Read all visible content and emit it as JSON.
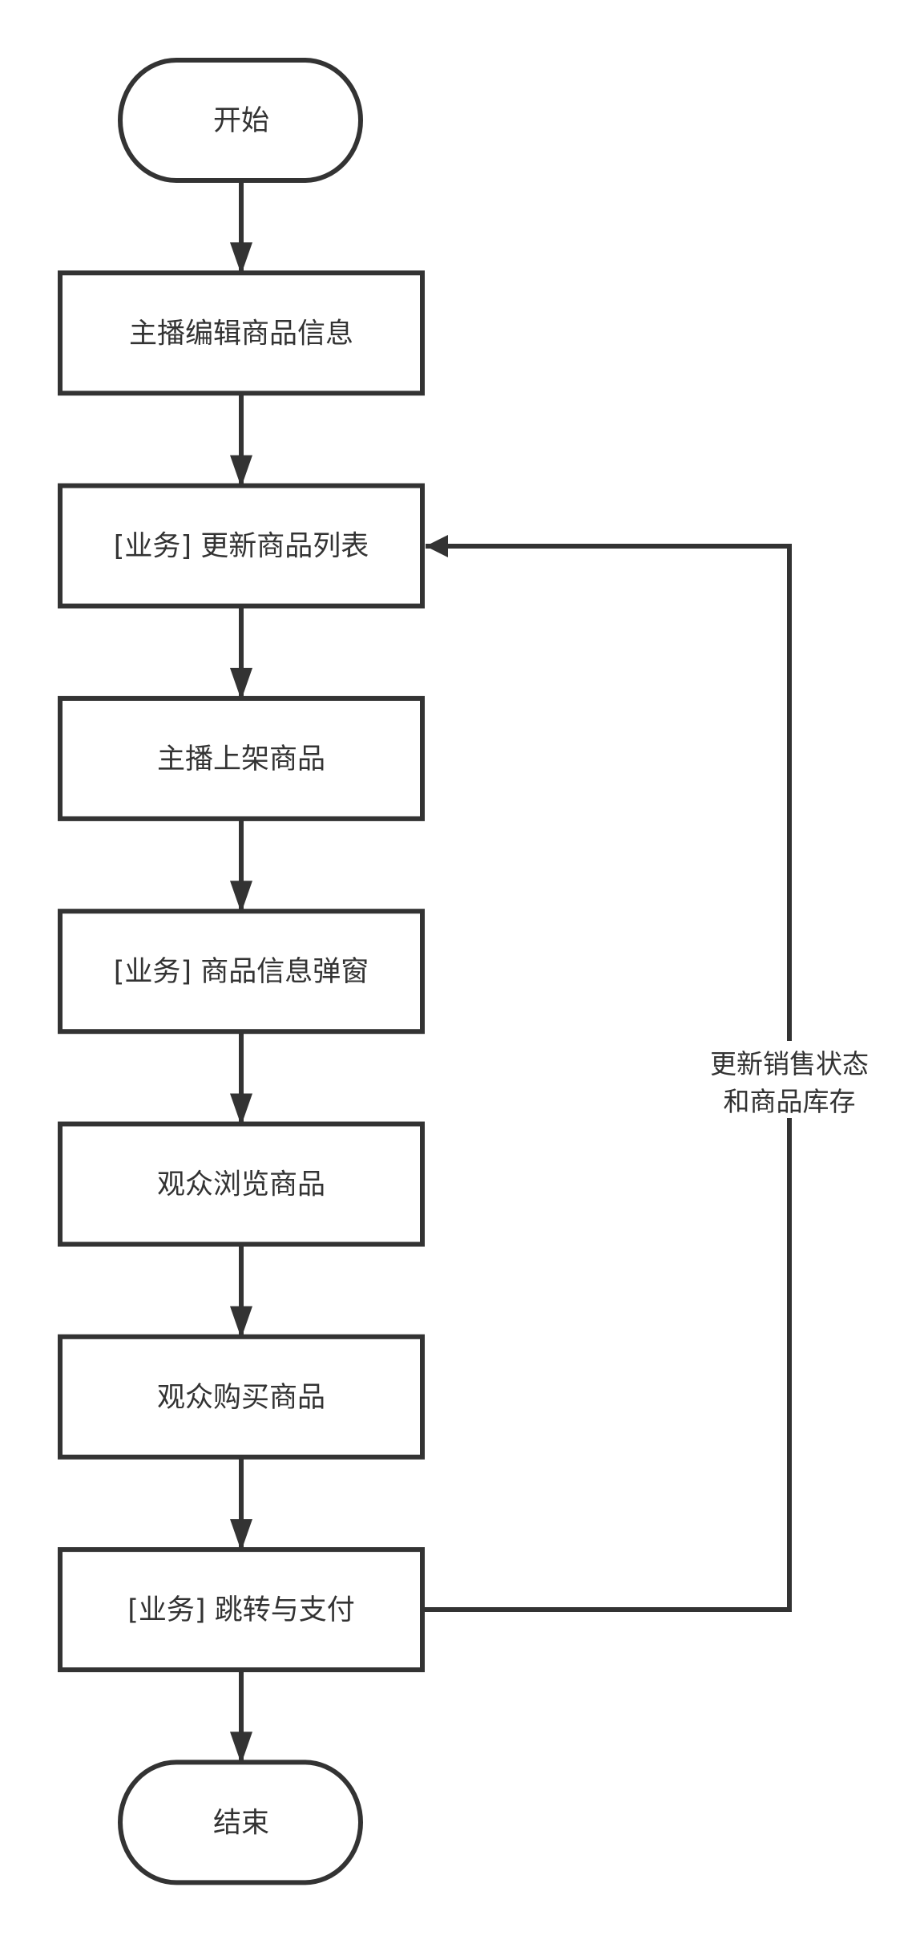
{
  "colors": {
    "stroke": "#333333",
    "fill": "#ffffff",
    "text": "#333333"
  },
  "nodes": [
    {
      "id": "start",
      "shape": "terminator",
      "label": "开始"
    },
    {
      "id": "edit",
      "shape": "process",
      "label": "主播编辑商品信息"
    },
    {
      "id": "update-list",
      "shape": "process",
      "label": "[业务] 更新商品列表"
    },
    {
      "id": "list-goods",
      "shape": "process",
      "label": "主播上架商品"
    },
    {
      "id": "popup",
      "shape": "process",
      "label": "[业务] 商品信息弹窗"
    },
    {
      "id": "browse",
      "shape": "process",
      "label": "观众浏览商品"
    },
    {
      "id": "buy",
      "shape": "process",
      "label": "观众购买商品"
    },
    {
      "id": "pay",
      "shape": "process",
      "label": "[业务] 跳转与支付"
    },
    {
      "id": "end",
      "shape": "terminator",
      "label": "结束"
    }
  ],
  "loop_edge": {
    "from": "pay",
    "to": "update-list",
    "label_lines": [
      "更新销售状态",
      "和商品库存"
    ]
  }
}
